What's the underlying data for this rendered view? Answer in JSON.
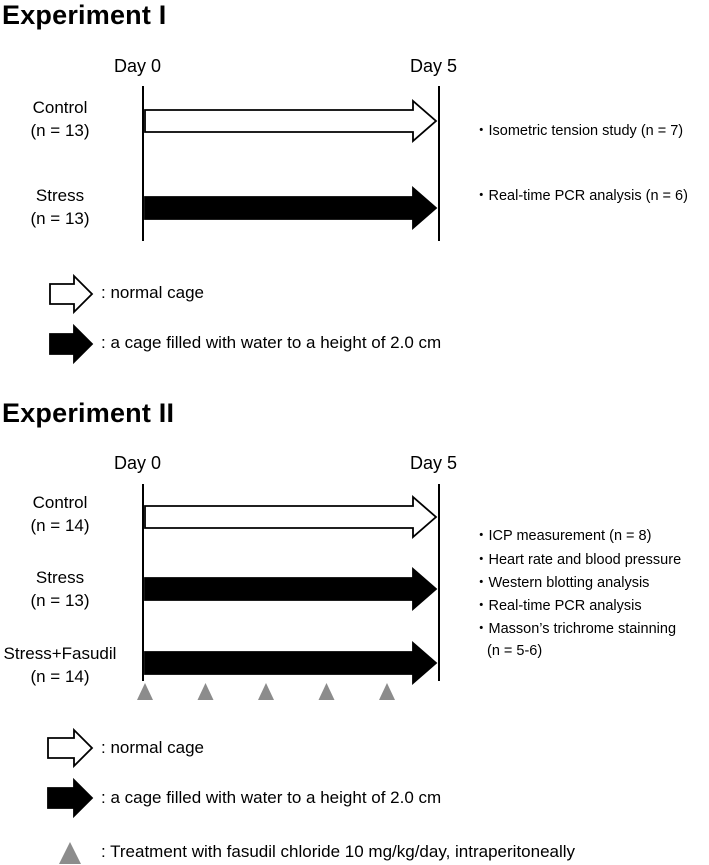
{
  "experiment1": {
    "title": "Experiment I",
    "day_start": "Day 0",
    "day_end": "Day 5",
    "groups": [
      {
        "name": "Control",
        "n": "(n = 13)",
        "arrow": "open"
      },
      {
        "name": "Stress",
        "n": "(n = 13)",
        "arrow": "filled"
      }
    ],
    "notes": [
      "・Isometric tension study (n = 7)",
      "・Real-time PCR analysis (n = 6)"
    ],
    "legend": [
      {
        "icon": "open-arrow",
        "text": ": normal cage"
      },
      {
        "icon": "filled-arrow",
        "text": ": a cage filled with water to a height of 2.0 cm"
      }
    ]
  },
  "experiment2": {
    "title": "Experiment II",
    "day_start": "Day 0",
    "day_end": "Day 5",
    "groups": [
      {
        "name": "Control",
        "n": "(n = 14)",
        "arrow": "open"
      },
      {
        "name": "Stress",
        "n": "(n = 13)",
        "arrow": "filled"
      },
      {
        "name": "Stress+Fasudil",
        "n": "(n = 14)",
        "arrow": "filled"
      }
    ],
    "notes": [
      "・ICP measurement (n = 8)",
      "・Heart rate and blood pressure",
      "・Western blotting analysis",
      "・Real-time PCR analysis",
      "・Masson’s trichrome stainning",
      "(n = 5-6)"
    ],
    "treatment_markers": 5,
    "legend": [
      {
        "icon": "open-arrow",
        "text": ": normal cage"
      },
      {
        "icon": "filled-arrow",
        "text": ": a cage filled with water to a height of 2.0 cm"
      },
      {
        "icon": "gray-triangle",
        "text": ": Treatment with fasudil chloride 10 mg/kg/day, intraperitoneally"
      }
    ]
  },
  "colors": {
    "open_arrow_fill": "#ffffff",
    "filled_arrow_fill": "#000000",
    "triangle_fill": "#8c8c8c"
  }
}
